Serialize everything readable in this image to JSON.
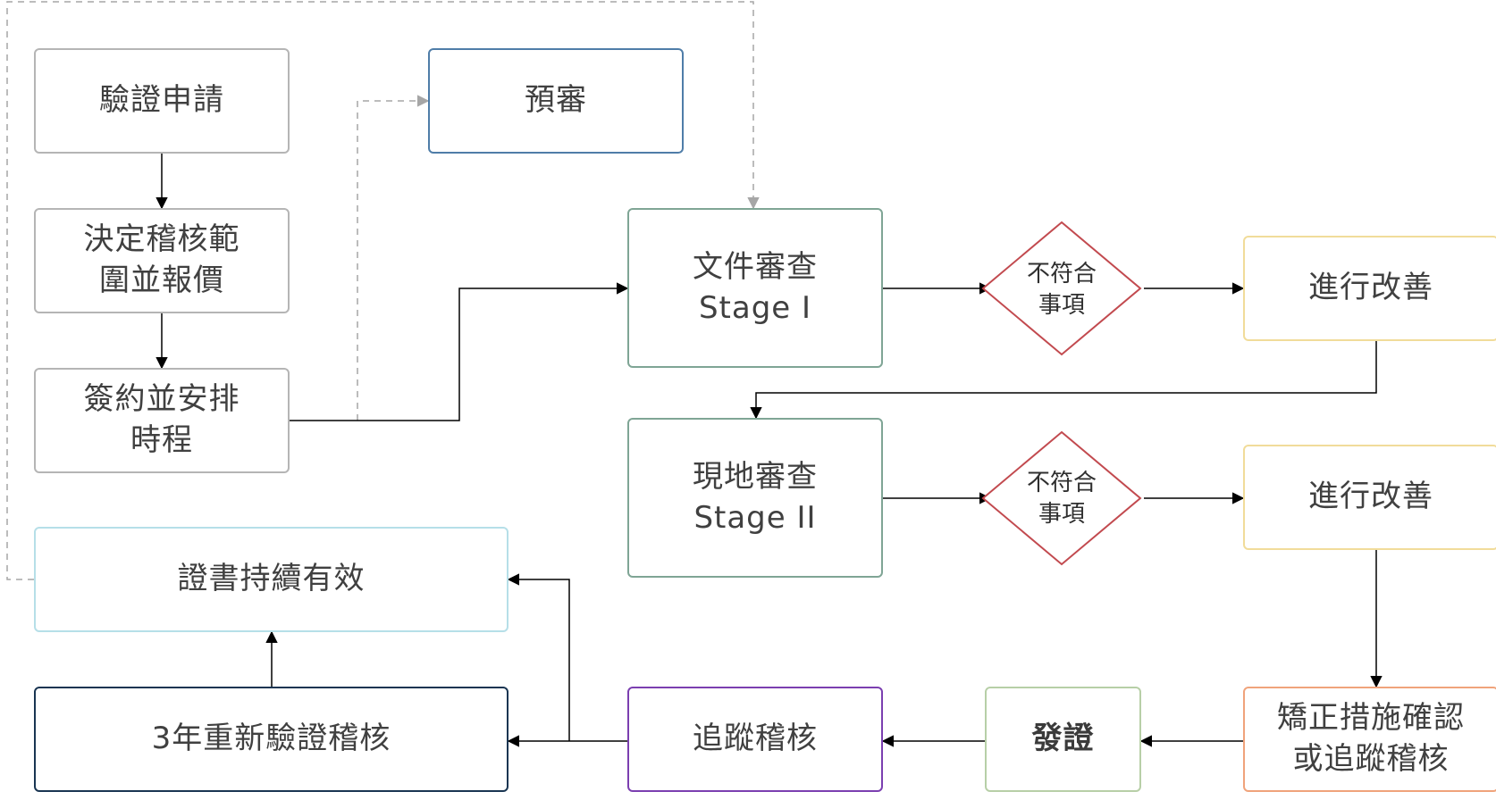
{
  "nodes": {
    "application": "驗證申請",
    "pre_review": "預審",
    "scope_quote": "決定稽核範\n圍並報價",
    "contract_schedule": "簽約並安排\n時程",
    "stage1": "文件審查\nStage I",
    "stage2": "現地審查\nStage II",
    "nonconformity_1": "不符合\n事項",
    "nonconformity_2": "不符合\n事項",
    "improvement_1": "進行改善",
    "improvement_2": "進行改善",
    "certificate_valid": "證書持續有效",
    "recertification": "3年重新驗證稽核",
    "follow_up": "追蹤稽核",
    "issue_certificate": "發證",
    "corrective_action": "矯正措施確認\n或追蹤稽核"
  },
  "colors": {
    "default_border": "#b5b5b5",
    "pre_review_border": "#4f7da8",
    "stage_border": "#7fa595",
    "improvement_border": "#f1dc9a",
    "valid_border": "#b6dfe8",
    "recert_border": "#193552",
    "follow_up_border": "#7b3fb0",
    "issue_border": "#b7cfa7",
    "corrective_border": "#f0a37b",
    "diamond_border": "#c24a4f",
    "arrow": "#000000",
    "dashed_arrow": "#a6a6a6"
  }
}
